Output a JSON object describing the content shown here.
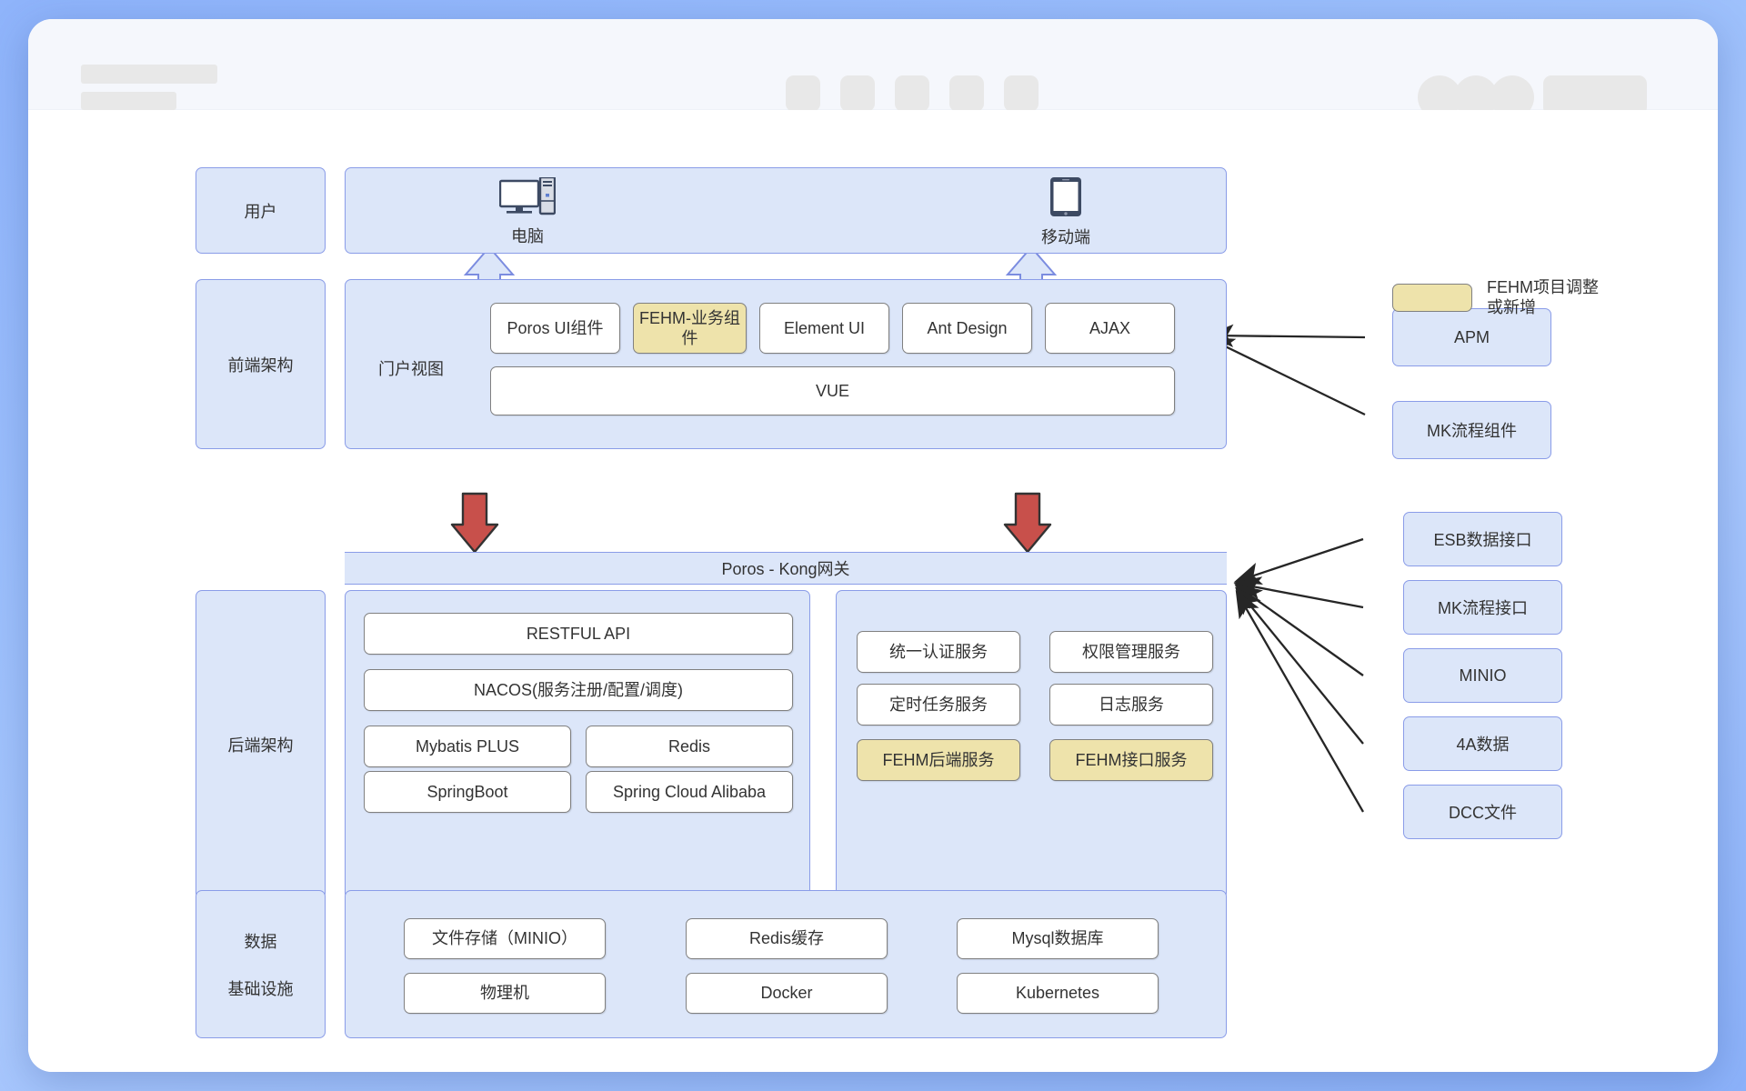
{
  "window": {
    "chrome": {
      "skeleton_title": "",
      "skeleton_subtitle": "",
      "tab_count": 5,
      "avatar_count": 3,
      "button_placeholder": ""
    }
  },
  "legend": {
    "swatch_color": "#eee3ab",
    "label": "FEHM项目调整或新增"
  },
  "colors": {
    "panel_fill": "#dce6f9",
    "panel_border": "#8a9ce8",
    "highlight_fill": "#eee3ab",
    "box_border": "#808080",
    "red_arrow": "#c8504b",
    "arrow_line": "#262626"
  },
  "layers": [
    {
      "id": "user",
      "label": "用户"
    },
    {
      "id": "frontend",
      "label": "前端架构"
    },
    {
      "id": "backend",
      "label": "后端架构"
    },
    {
      "id": "data",
      "label_line1": "数据",
      "label_line2": "基础设施"
    }
  ],
  "user_layer": {
    "clients": [
      {
        "icon": "desktop-computer-icon",
        "label": "电脑"
      },
      {
        "icon": "mobile-tablet-icon",
        "label": "移动端"
      }
    ]
  },
  "frontend_layer": {
    "title": "门户视图",
    "components": [
      {
        "label": "Poros UI组件",
        "highlight": false
      },
      {
        "label": "FEHM-业务组件",
        "highlight": true
      },
      {
        "label": "Element UI",
        "highlight": false
      },
      {
        "label": "Ant Design",
        "highlight": false
      },
      {
        "label": "AJAX",
        "highlight": false
      }
    ],
    "framework": {
      "label": "VUE",
      "highlight": false
    }
  },
  "gateway": {
    "label": "Poros - Kong网关"
  },
  "backend_layer": {
    "left_panel": {
      "rows": [
        [
          {
            "label": "RESTFUL API",
            "highlight": false,
            "span": 2
          }
        ],
        [
          {
            "label": "NACOS(服务注册/配置/调度)",
            "highlight": false,
            "span": 2
          }
        ],
        [
          {
            "label": "Mybatis PLUS",
            "highlight": false
          },
          {
            "label": "Redis",
            "highlight": false
          }
        ],
        [
          {
            "label": "SpringBoot",
            "highlight": false
          },
          {
            "label": "Spring Cloud Alibaba",
            "highlight": false
          }
        ]
      ]
    },
    "right_panel": {
      "rows": [
        [
          {
            "label": "统一认证服务",
            "highlight": false
          },
          {
            "label": "权限管理服务",
            "highlight": false
          }
        ],
        [
          {
            "label": "定时任务服务",
            "highlight": false
          },
          {
            "label": "日志服务",
            "highlight": false
          }
        ],
        [
          {
            "label": "FEHM后端服务",
            "highlight": true
          },
          {
            "label": "FEHM接口服务",
            "highlight": true
          }
        ]
      ]
    }
  },
  "data_layer": {
    "items": [
      {
        "label": "文件存储（MINIO）"
      },
      {
        "label": "Redis缓存"
      },
      {
        "label": "Mysql数据库"
      },
      {
        "label": "物理机"
      },
      {
        "label": "Docker"
      },
      {
        "label": "Kubernetes"
      }
    ]
  },
  "external_frontend": [
    {
      "label": "APM"
    },
    {
      "label": "MK流程组件"
    }
  ],
  "external_backend": [
    {
      "label": "ESB数据接口"
    },
    {
      "label": "MK流程接口"
    },
    {
      "label": "MINIO"
    },
    {
      "label": "4A数据"
    },
    {
      "label": "DCC文件"
    }
  ]
}
